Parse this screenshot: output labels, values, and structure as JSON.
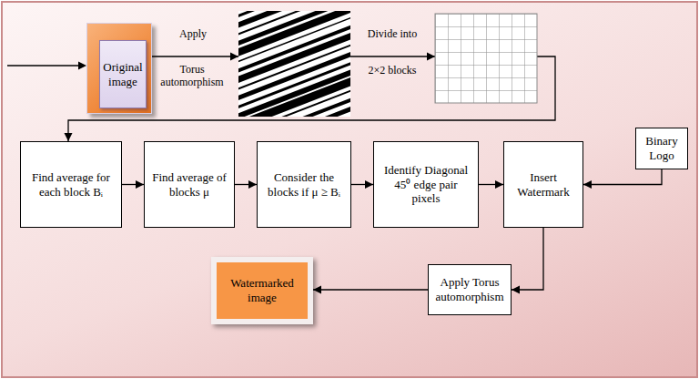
{
  "diagram": {
    "nodes": [
      {
        "text": [
          "Original image"
        ]
      },
      {
        "text": [
          "Find average for each block Bᵢ"
        ]
      },
      {
        "text": [
          "Find average of blocks μ"
        ]
      },
      {
        "text": [
          "Consider the blocks if μ ≥ Bᵢ"
        ]
      },
      {
        "text": [
          "Identify Diagonal 45⁰ edge pair pixels"
        ]
      },
      {
        "text": [
          "Insert Watermark"
        ]
      },
      {
        "text": [
          "Binary Logo"
        ]
      },
      {
        "text": [
          "Apply Torus automorphism"
        ]
      },
      {
        "text": [
          "Watermarked image"
        ]
      }
    ],
    "edges": [
      {
        "from": 0,
        "to": 1,
        "arrow": "to"
      },
      {
        "from": 1,
        "to": 2,
        "arrow": "to"
      },
      {
        "from": 2,
        "to": 3,
        "arrow": "to"
      },
      {
        "from": 3,
        "to": 4,
        "arrow": "to"
      },
      {
        "from": 4,
        "to": 5,
        "arrow": "to"
      },
      {
        "from": 6,
        "to": 5,
        "arrow": "to"
      },
      {
        "from": 5,
        "to": 7,
        "arrow": "to"
      },
      {
        "from": 7,
        "to": 8,
        "arrow": "to"
      }
    ],
    "labels": [
      "Apply",
      "Torus automorphism",
      "Divide into",
      "2×2 blocks"
    ]
  }
}
